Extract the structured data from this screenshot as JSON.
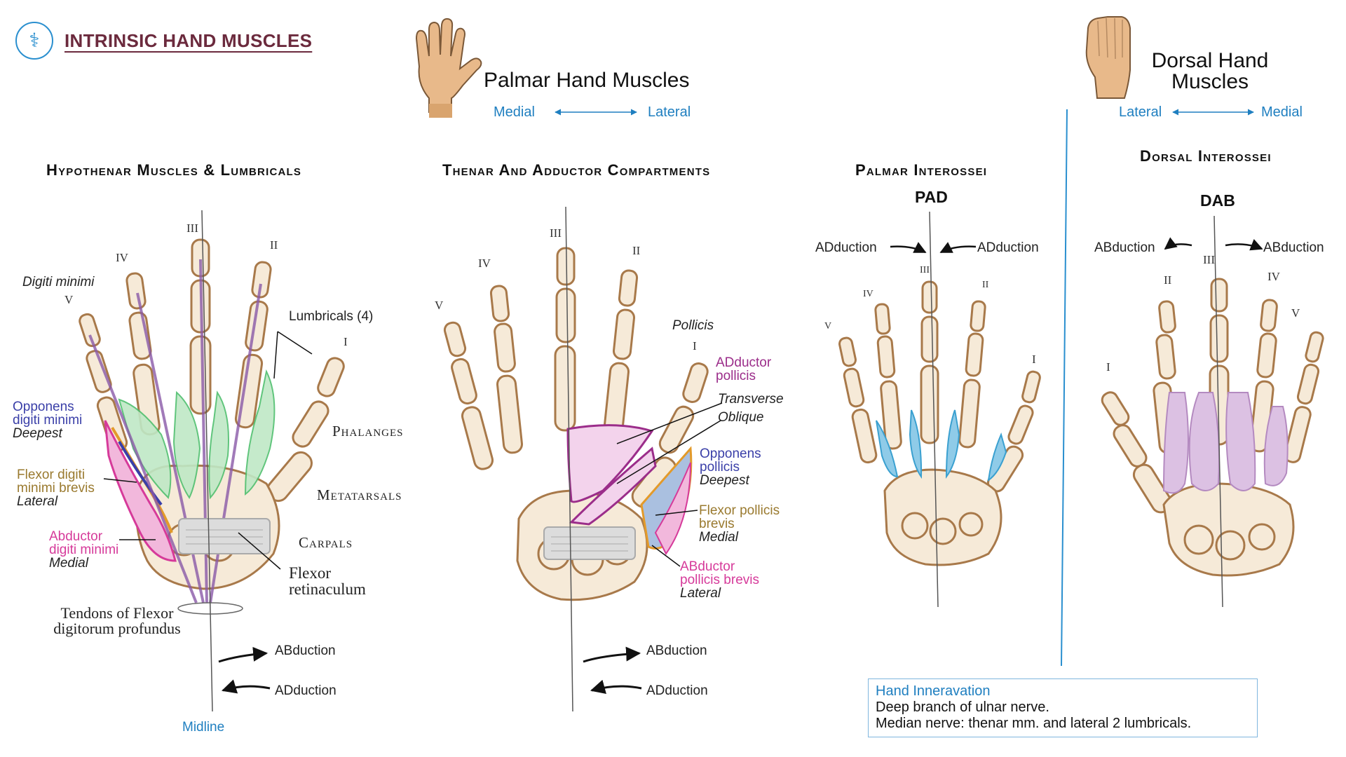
{
  "header": {
    "title": "INTRINSIC HAND MUSCLES",
    "logo_icon": "caduceus-icon"
  },
  "palmar": {
    "title": "Palmar Hand Muscles",
    "medial": "Medial",
    "lateral": "Lateral"
  },
  "dorsal": {
    "title_line1": "Dorsal Hand",
    "title_line2": "Muscles",
    "lateral": "Lateral",
    "medial": "Medial"
  },
  "sections": {
    "hypothenar": "Hypothenar Muscles & Lumbricals",
    "thenar": "Thenar And Adductor Compartments",
    "palmar_interossei": "Palmar Interossei",
    "dorsal_interossei": "Dorsal Interossei"
  },
  "mnemonics": {
    "pad": "PAD",
    "dab": "DAB"
  },
  "panel1": {
    "digiti_minimi": "Digiti minimi",
    "lumbricals": "Lumbricals (4)",
    "opponens_1": "Opponens",
    "opponens_2": "digiti minimi",
    "opponens_3": "Deepest",
    "fdmb_1": "Flexor digiti",
    "fdmb_2": "minimi brevis",
    "fdmb_3": "Lateral",
    "adm_1": "Abductor",
    "adm_2": "digiti minimi",
    "adm_3": "Medial",
    "phalanges": "Phalanges",
    "metatarsals": "Metatarsals",
    "carpals": "Carpals",
    "flexor_ret_1": "Flexor",
    "flexor_ret_2": "retinaculum",
    "tendons_1": "Tendons of  Flexor",
    "tendons_2": "digitorum profundus",
    "abduction": "ABduction",
    "adduction": "ADduction",
    "midline": "Midline",
    "numerals": {
      "i": "I",
      "ii": "II",
      "iii": "III",
      "iv": "IV",
      "v": "V"
    }
  },
  "panel2": {
    "pollicis": "Pollicis",
    "adp_1": "ADductor",
    "adp_2": "pollicis",
    "transverse": "Transverse",
    "oblique": "Oblique",
    "op_1": "Opponens",
    "op_2": "pollicis",
    "op_3": "Deepest",
    "fpb_1": "Flexor pollicis",
    "fpb_2": "brevis",
    "fpb_3": "Medial",
    "apb_1": "ABductor",
    "apb_2": "pollicis brevis",
    "apb_3": "Lateral",
    "abduction": "ABduction",
    "adduction": "ADduction",
    "numerals": {
      "i": "I",
      "ii": "II",
      "iii": "III",
      "iv": "IV",
      "v": "V"
    }
  },
  "panel3": {
    "adduction_left": "ADduction",
    "adduction_right": "ADduction",
    "numerals": {
      "i": "I",
      "ii": "II",
      "iii": "III",
      "iv": "IV",
      "v": "V"
    }
  },
  "panel4": {
    "abduction_left": "ABduction",
    "abduction_right": "ABduction",
    "numerals": {
      "i": "I",
      "ii": "II",
      "iii": "III",
      "iv": "IV",
      "v": "V"
    }
  },
  "innervation": {
    "title": "Hand Inneravation",
    "line1": "Deep branch of ulnar nerve.",
    "line2": "Median nerve: thenar mm. and lateral 2 lumbricals."
  },
  "colors": {
    "bone_fill": "#f6ead8",
    "bone_stroke": "#a8794a",
    "lumbrical": "#9fd9a8",
    "adductor": "#f3d3ec",
    "palmar_interossei": "#8fcbe8",
    "dorsal_interossei": "#dcc1e3",
    "accent_blue": "#1f7fc0",
    "title": "#6b2a3d"
  }
}
